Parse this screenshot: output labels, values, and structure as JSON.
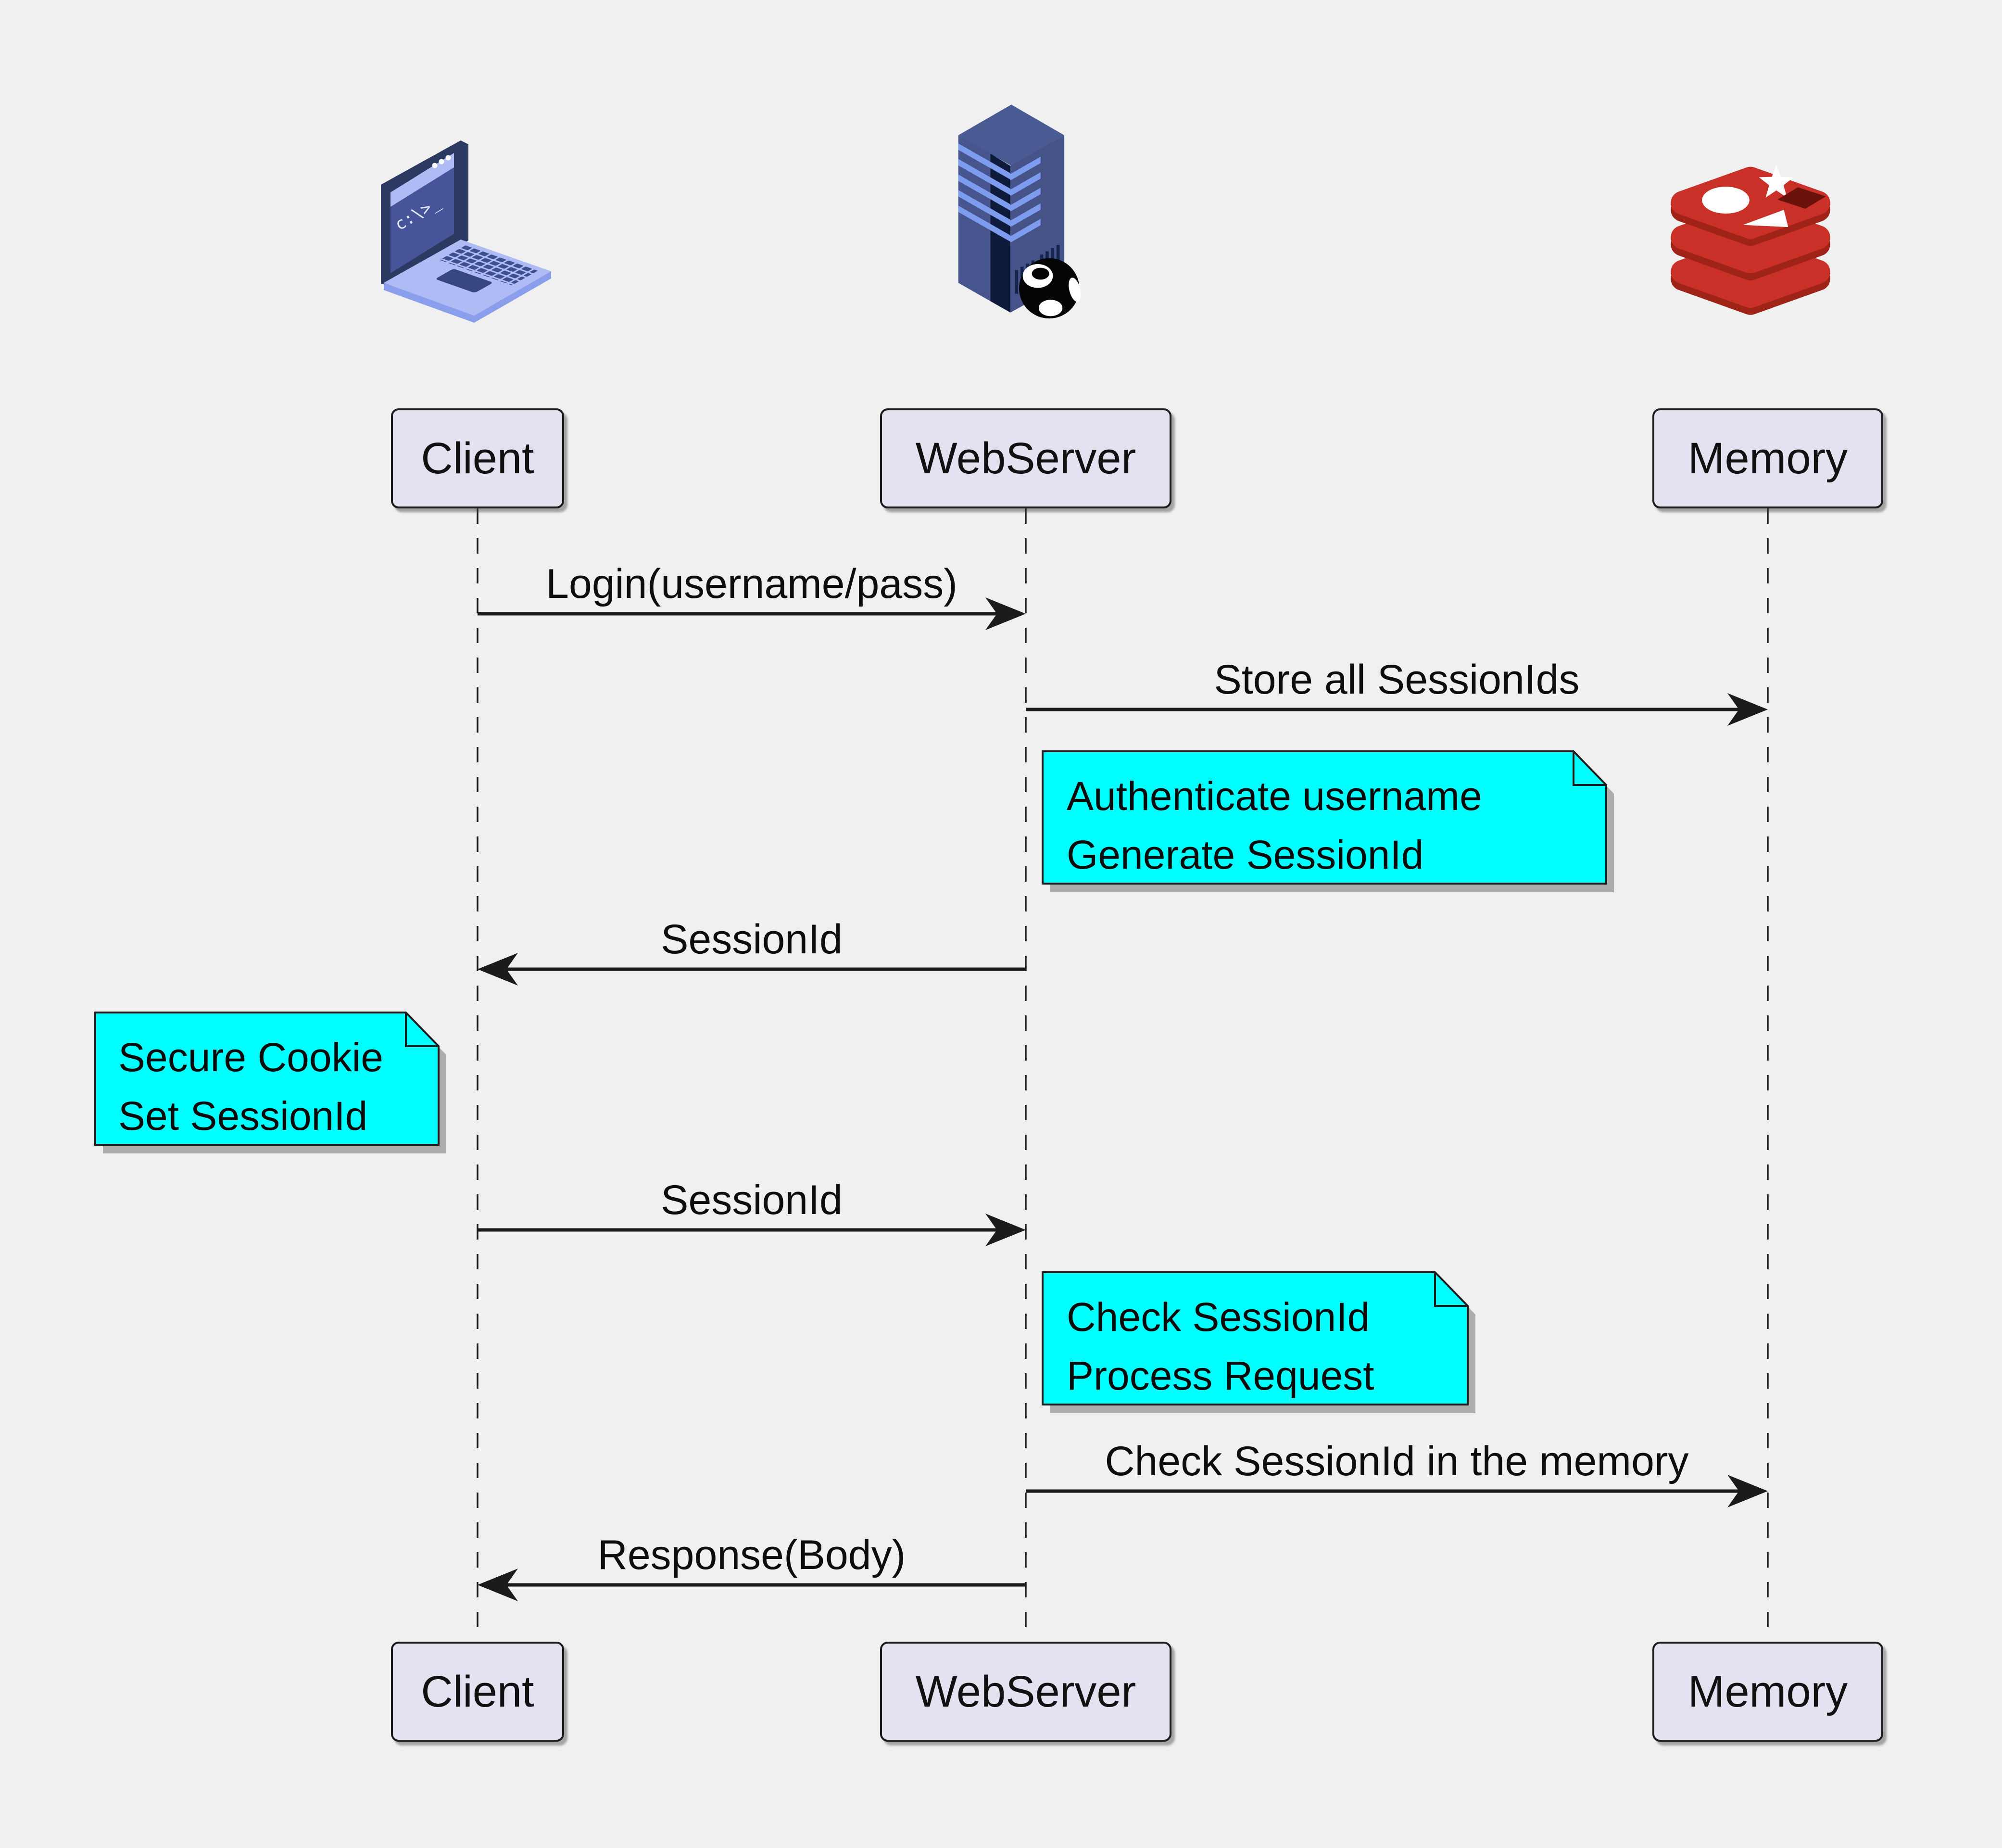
{
  "participants": [
    {
      "id": "client",
      "label": "Client",
      "icon": "laptop-terminal-icon"
    },
    {
      "id": "webserver",
      "label": "WebServer",
      "icon": "server-globe-icon"
    },
    {
      "id": "memory",
      "label": "Memory",
      "icon": "redis-database-icon"
    }
  ],
  "messages": [
    {
      "label": "Login(username/pass)",
      "from": "Client",
      "to": "WebServer"
    },
    {
      "label": "Store all SessionIds",
      "from": "WebServer",
      "to": "Memory"
    },
    {
      "label": "SessionId",
      "from": "WebServer",
      "to": "Client"
    },
    {
      "label": "SessionId",
      "from": "Client",
      "to": "WebServer"
    },
    {
      "label": "Check SessionId in the memory",
      "from": "WebServer",
      "to": "Memory"
    },
    {
      "label": "Response(Body)",
      "from": "WebServer",
      "to": "Client"
    }
  ],
  "notes": [
    {
      "lines": [
        "Authenticate username",
        "Generate SessionId"
      ],
      "attached_to": "WebServer"
    },
    {
      "lines": [
        "Secure Cookie",
        "Set SessionId"
      ],
      "attached_to": "Client"
    },
    {
      "lines": [
        "Check SessionId",
        "Process Request"
      ],
      "attached_to": "WebServer"
    }
  ],
  "icons": {
    "laptop_prompt": "c:\\>_"
  },
  "colors": {
    "background": "#F0F0F1",
    "participant_fill": "#E2E2F0",
    "note_fill": "#00FFFF",
    "line": "#1B1B1B",
    "laptop_light": "#AEBBF4",
    "laptop_screen": "#46549A",
    "laptop_frame": "#2C3A62",
    "server_blue": "#45538C",
    "server_stripe": "#7D9CEE",
    "redis_red": "#C93028",
    "redis_dark": "#A02318"
  }
}
